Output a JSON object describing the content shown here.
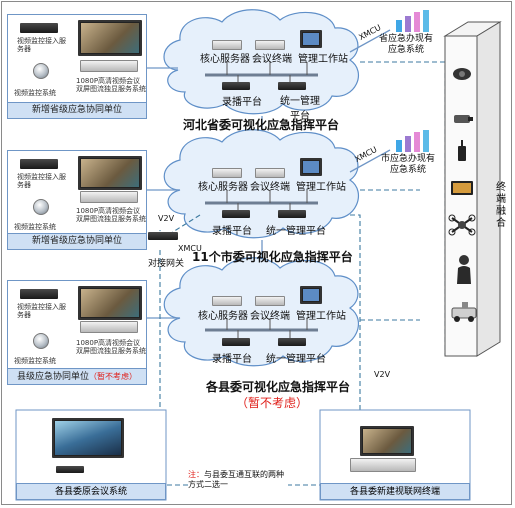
{
  "platforms": [
    {
      "core_server": "核心服务器",
      "conference_terminal": "会议终端",
      "workstation": "管理工作站",
      "recorder": "录播平台",
      "unified_mgmt": "统一管理平台",
      "title": "河北省委可视化应急指挥平台",
      "note": ""
    },
    {
      "core_server": "核心服务器",
      "conference_terminal": "会议终端",
      "workstation": "管理工作站",
      "recorder": "录播平台",
      "unified_mgmt": "统一管理平台",
      "title": "11个市委可视化应急指挥平台",
      "note": ""
    },
    {
      "core_server": "核心服务器",
      "conference_terminal": "会议终端",
      "workstation": "管理工作站",
      "recorder": "录播平台",
      "unified_mgmt": "统一管理平台",
      "title": "各县委可视化应急指挥平台",
      "note": "（暂不考虑）"
    }
  ],
  "units": [
    {
      "access_server": "视频监控接入服务器",
      "surveillance": "视频监控系统",
      "hd_system": "1080P高清视频会议双屏图流独显服务系统",
      "label": "新增省级应急协同单位",
      "label_note": ""
    },
    {
      "access_server": "视频监控接入服务器",
      "surveillance": "视频监控系统",
      "hd_system": "1080P高清视频会议双屏图流独显服务系统",
      "label": "新增省级应急协同单位",
      "label_note": ""
    },
    {
      "access_server": "视频监控接入服务器",
      "surveillance": "视频监控系统",
      "hd_system": "1080P高清视频会议双屏图流独显服务系统",
      "label": "县级应急协同单位",
      "label_note": "（暂不考虑）"
    }
  ],
  "existing": [
    {
      "xmcu": "XMCU",
      "label": "省应急办现有应急系统"
    },
    {
      "xmcu": "XMCU",
      "label": "市应急办现有应急系统"
    }
  ],
  "gateway": {
    "xmcu": "XMCU",
    "label": "对接网关",
    "v2v": "V2V"
  },
  "v2v_right": "V2V",
  "terminal_fusion": "终端融合",
  "bottom": {
    "left_label": "各县委原会议系统",
    "right_label": "各县委新建视联网终端",
    "note_prefix": "注：",
    "note": "与县委互通互联的两种方式二选一"
  },
  "colors": {
    "cloud_fill": "#e6f0fb",
    "cloud_stroke": "#5f8fc8",
    "label_fill": "#cfe0f4",
    "link": "#6f96c6",
    "dashed": "#3d7aa0",
    "note_red": "#e0201b"
  }
}
